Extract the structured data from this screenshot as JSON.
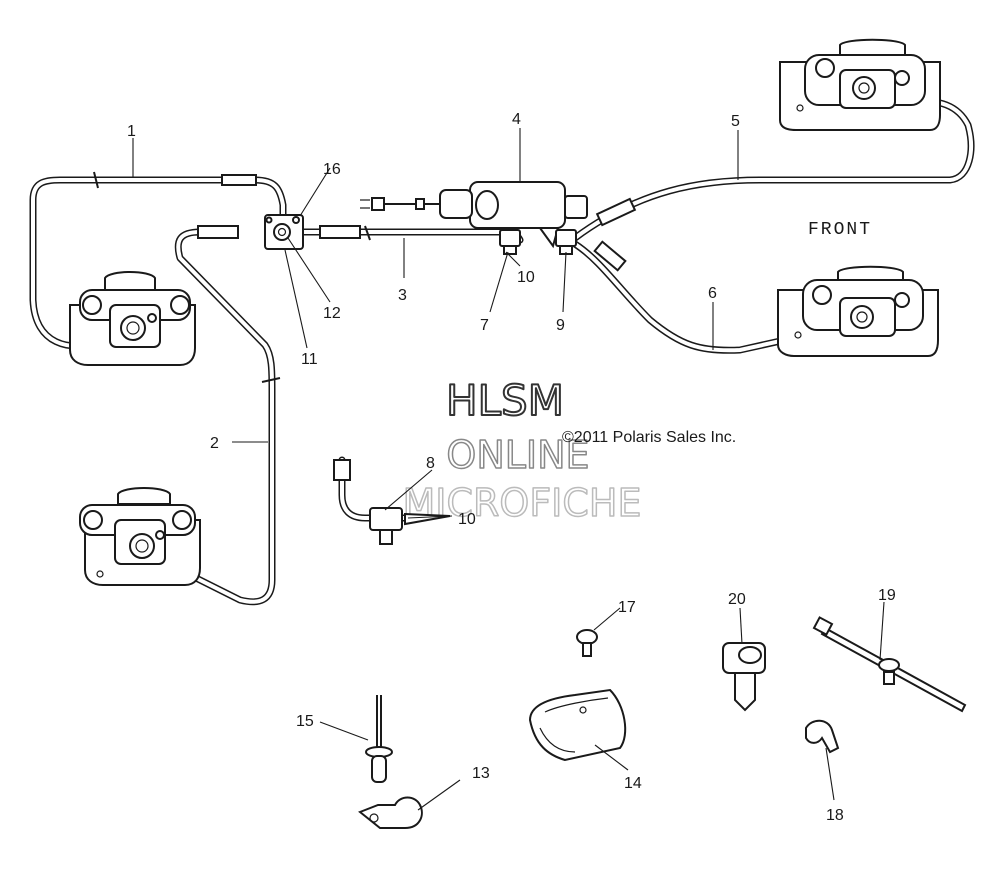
{
  "callouts": [
    {
      "id": "1",
      "text": "1"
    },
    {
      "id": "2",
      "text": "2"
    },
    {
      "id": "3",
      "text": "3"
    },
    {
      "id": "4",
      "text": "4"
    },
    {
      "id": "5",
      "text": "5"
    },
    {
      "id": "6",
      "text": "6"
    },
    {
      "id": "7",
      "text": "7"
    },
    {
      "id": "8",
      "text": "8"
    },
    {
      "id": "9",
      "text": "9"
    },
    {
      "id": "10a",
      "text": "10"
    },
    {
      "id": "10b",
      "text": "10"
    },
    {
      "id": "11",
      "text": "11"
    },
    {
      "id": "12",
      "text": "12"
    },
    {
      "id": "13",
      "text": "13"
    },
    {
      "id": "14",
      "text": "14"
    },
    {
      "id": "15",
      "text": "15"
    },
    {
      "id": "16",
      "text": "16"
    },
    {
      "id": "17",
      "text": "17"
    },
    {
      "id": "18",
      "text": "18"
    },
    {
      "id": "19",
      "text": "19"
    },
    {
      "id": "20",
      "text": "20"
    }
  ],
  "front_label": "FRONT",
  "watermark": {
    "line1": "HLSM",
    "line2": "ONLINE",
    "line3": "MICROFICHE"
  },
  "copyright": "©2011 Polaris Sales Inc."
}
